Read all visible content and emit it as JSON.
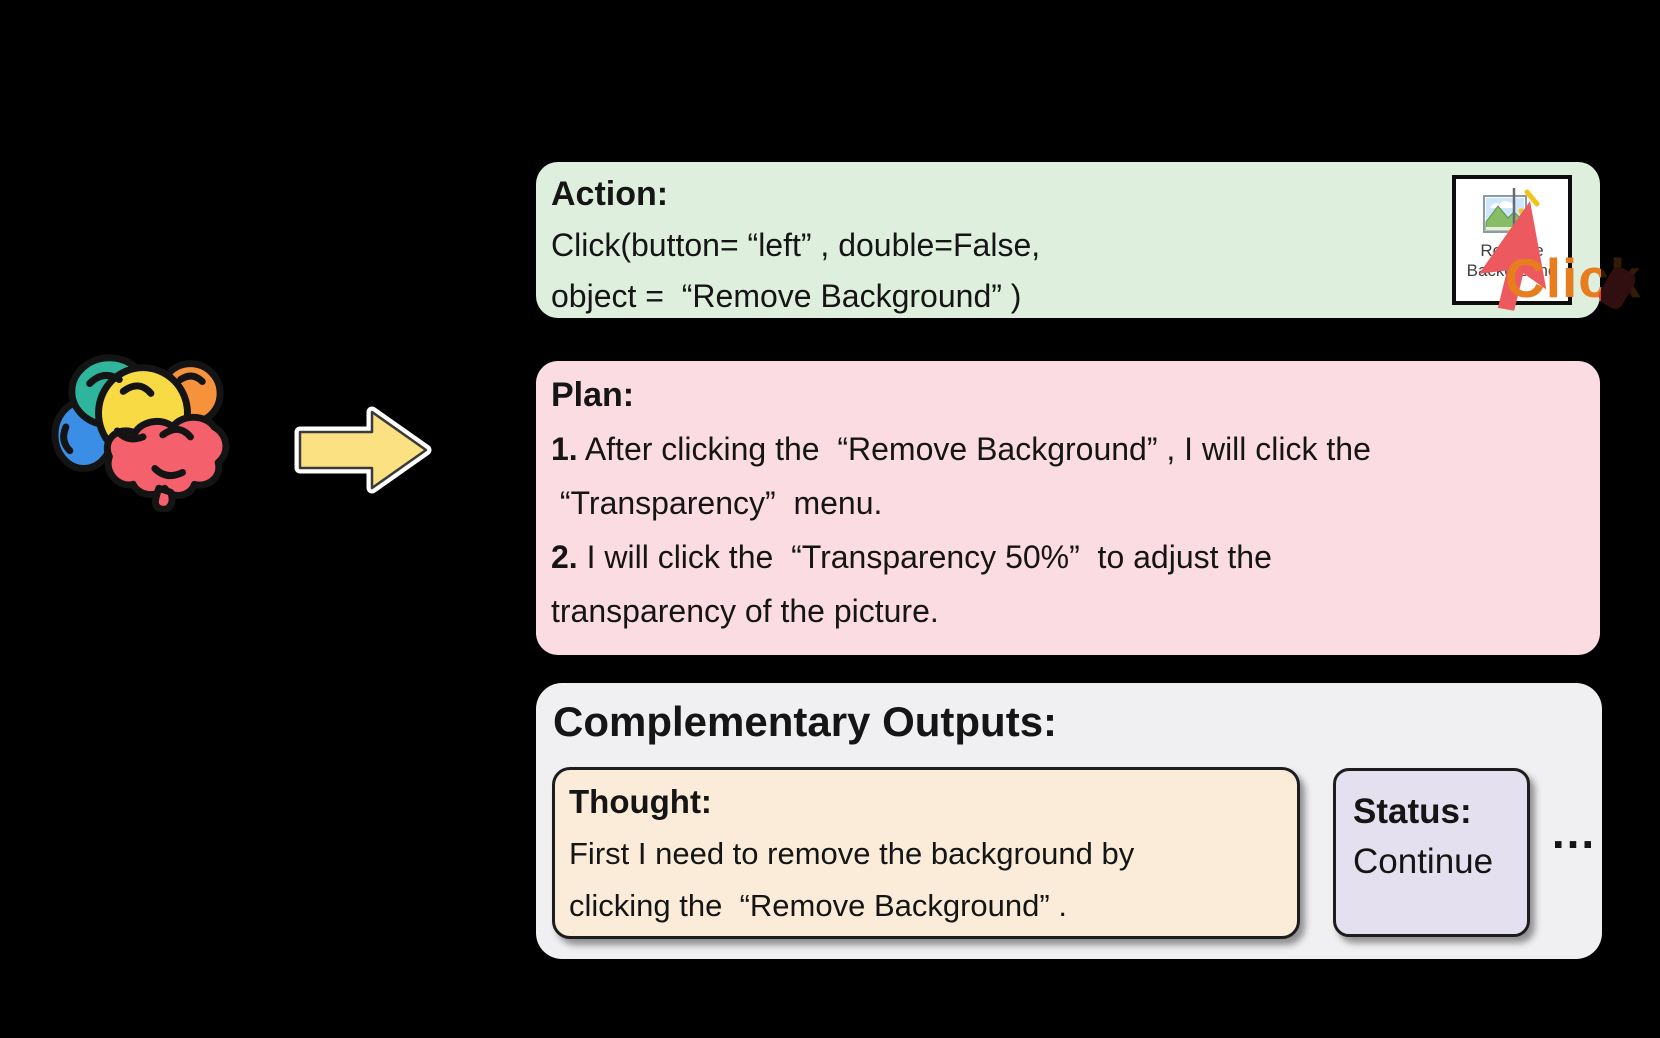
{
  "colors": {
    "action_bg": "#def0dd",
    "plan_bg": "#fbdce3",
    "outputs_bg": "#f0eff1",
    "thought_bg": "#fbecd9",
    "status_bg": "#e5e0ef",
    "click_orange": "#e87d1f",
    "cursor_red": "#ec5a5f",
    "arrow_yellow": "#fbe181"
  },
  "icons": {
    "brain": "brain-icon",
    "arrow": "arrow-right-icon",
    "remove_background": "remove-background-icon",
    "cursor": "cursor-pointer-icon"
  },
  "action_box": {
    "title": "Action:",
    "line1": "Click(button= “left” , double=False,",
    "line2": "object =  “Remove Background” )",
    "button_chip": {
      "label_line1": "Remove",
      "label_line2": "Background",
      "click_annotation": "Click"
    }
  },
  "plan_box": {
    "title": "Plan:",
    "lines": [
      {
        "bold": "1.",
        "text": " After clicking the  “Remove Background” , I will click the"
      },
      {
        "bold": "",
        "text": " “Transparency”  menu."
      },
      {
        "bold": "2.",
        "text": " I will click the  “Transparency 50%”  to adjust the"
      },
      {
        "bold": "",
        "text": "transparency of the picture."
      }
    ]
  },
  "outputs_box": {
    "title": "Complementary Outputs:",
    "thought": {
      "title": "Thought:",
      "line1": "First I need to remove the background by",
      "line2": "clicking the  “Remove Background” ."
    },
    "status": {
      "title": "Status:",
      "value": "Continue"
    },
    "ellipsis": "..."
  }
}
